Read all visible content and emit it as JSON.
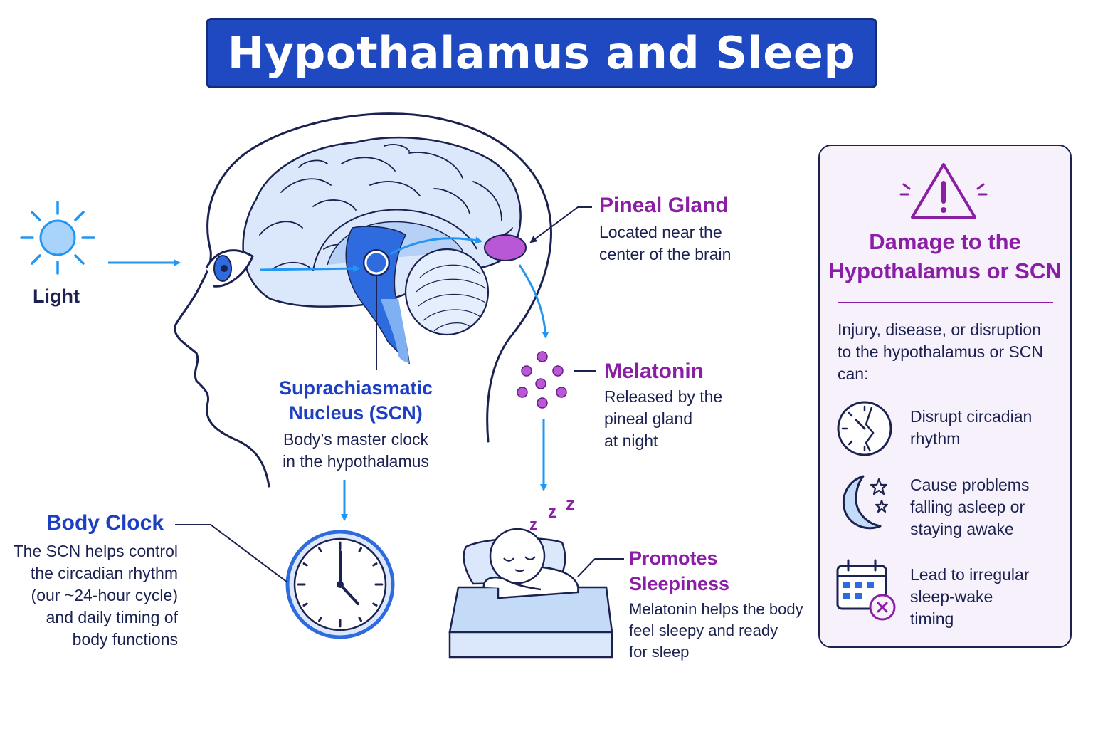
{
  "title": "Hypothalamus and Sleep",
  "light": {
    "label": "Light"
  },
  "scn": {
    "title_line1": "Suprachiasmatic",
    "title_line2": "Nucleus (SCN)",
    "desc_line1": "Body’s master clock",
    "desc_line2": "in the hypothalamus"
  },
  "pineal": {
    "title": "Pineal Gland",
    "desc_line1": "Located near the",
    "desc_line2": "center of the brain"
  },
  "melatonin": {
    "title": "Melatonin",
    "desc_line1": "Released by the",
    "desc_line2": "pineal gland",
    "desc_line3": "at night"
  },
  "body_clock": {
    "title": "Body Clock",
    "desc_line1": "The SCN helps control",
    "desc_line2": "the circadian rhythm",
    "desc_line3": "(our ~24-hour cycle)",
    "desc_line4": "and daily timing of",
    "desc_line5": "body functions"
  },
  "sleepiness": {
    "title": "Promotes Sleepiness",
    "desc_line1": "Melatonin helps the body",
    "desc_line2": "feel sleepy and ready",
    "desc_line3": "for sleep",
    "zzz": [
      "z",
      "z",
      "z"
    ]
  },
  "damage": {
    "title_line1": "Damage to the",
    "title_line2": "Hypothalamus or SCN",
    "intro_line1": "Injury, disease, or disruption",
    "intro_line2": "to the hypothalamus or SCN",
    "intro_line3": "can:",
    "items": [
      {
        "icon": "broken-clock-icon",
        "line1": "Disrupt circadian",
        "line2": "rhythm",
        "line3": ""
      },
      {
        "icon": "moon-stars-icon",
        "line1": "Cause problems",
        "line2": "falling asleep or",
        "line3": "staying awake"
      },
      {
        "icon": "calendar-x-icon",
        "line1": "Lead to irregular",
        "line2": "sleep-wake",
        "line3": "timing"
      }
    ]
  },
  "colors": {
    "title_bg": "#1e49c0",
    "heading_blue": "#1d3fc1",
    "heading_purple": "#8a1fa6",
    "arrow_blue": "#2196f3",
    "outline": "#1b2150",
    "panel_bg": "#f6f1fb"
  }
}
